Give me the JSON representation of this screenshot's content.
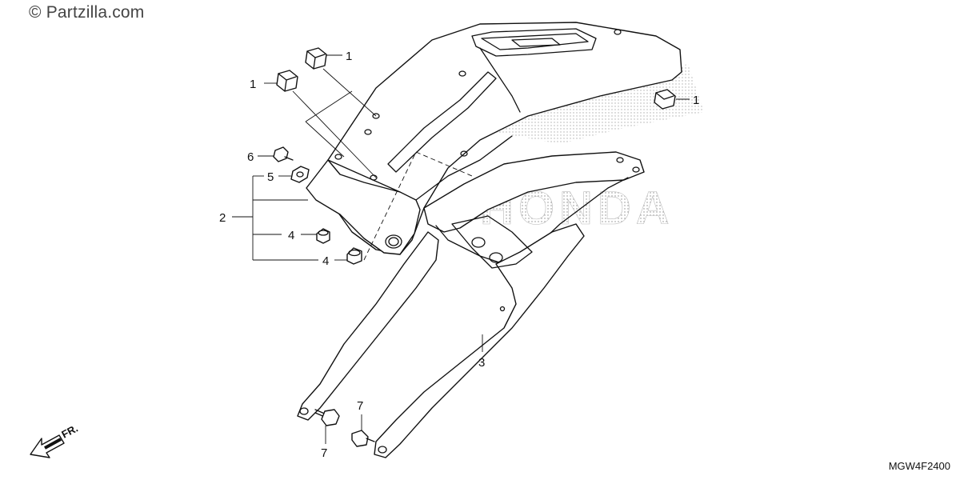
{
  "watermark": "© Partzilla.com",
  "diagram_code": "MGW4F2400",
  "direction_label": "FR.",
  "brand_watermark": "HONDA",
  "callouts": {
    "c1a": "1",
    "c1b": "1",
    "c1c": "1",
    "c2": "2",
    "c3": "3",
    "c4a": "4",
    "c4b": "4",
    "c5": "5",
    "c6": "6",
    "c7a": "7",
    "c7b": "7"
  }
}
